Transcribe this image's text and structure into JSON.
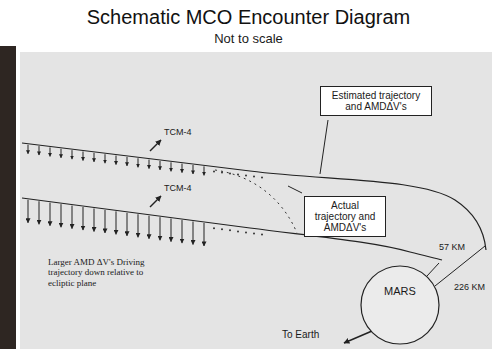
{
  "diagram": {
    "title": "Schematic MCO Encounter Diagram",
    "nodes": [
      {
        "text": [
          "Estimated trajectory and AMDΔV's"
        ]
      },
      {
        "text": [
          "Actual trajectory and AMDΔV's"
        ]
      },
      {
        "text": [
          "MARS"
        ]
      }
    ],
    "labels": [
      "Not to scale",
      "TCM-4",
      "TCM-4",
      "Larger AMD ΔV's Driving trajectory down relative to ecliptic plane",
      "226 KM",
      "57 KM",
      "To Earth"
    ]
  }
}
